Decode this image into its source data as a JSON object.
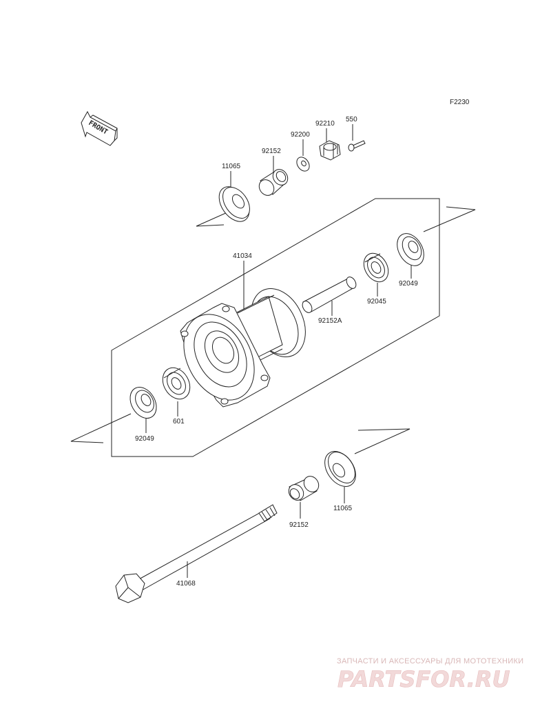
{
  "diagram": {
    "code": "F2230",
    "front_label": "FRONT",
    "part_numbers": [
      "11065",
      "92152",
      "92200",
      "92210",
      "550",
      "41034",
      "92049",
      "92045",
      "92152A",
      "92049",
      "601",
      "92152",
      "11065",
      "41068"
    ]
  },
  "watermark": {
    "caption": "ЗАПЧАСТИ И АКСЕССУАРЫ ДЛЯ МОТОТЕХНИКИ",
    "logo_text": "PARTSFOR.RU"
  }
}
